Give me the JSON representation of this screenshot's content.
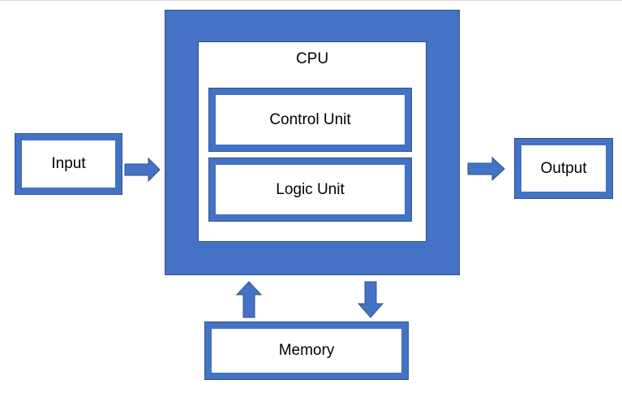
{
  "diagram": {
    "cpu_label": "CPU",
    "control_unit_label": "Control Unit",
    "logic_unit_label": "Logic Unit",
    "input_label": "Input",
    "output_label": "Output",
    "memory_label": "Memory"
  },
  "colors": {
    "fill": "#4472C4",
    "outline": "#2F528F",
    "background": "#FFFFFF"
  }
}
